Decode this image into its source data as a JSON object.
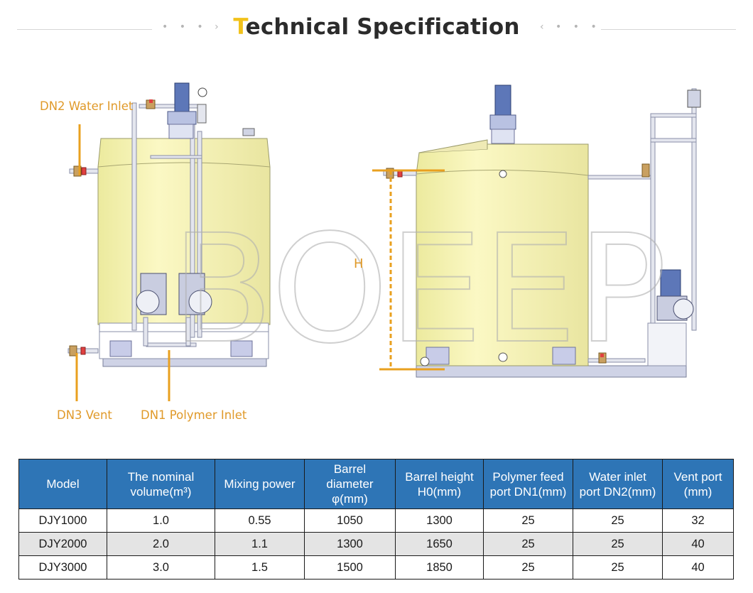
{
  "header": {
    "title_first": "T",
    "title_rest": "echnical Specification",
    "dots_left": "• • • ›",
    "dots_right": "‹ • • •"
  },
  "diagram": {
    "watermark": "BOEEP",
    "labels": {
      "water_inlet": "DN2 Water Inlet",
      "vent": "DN3 Vent",
      "polymer_inlet": "DN1 Polymer Inlet",
      "height": "H"
    },
    "colors": {
      "tank": "#f6f3b2",
      "tank_shade": "#e6e29a",
      "leader": "#e9a01f",
      "label": "#e09a2a"
    }
  },
  "table": {
    "header_color": "#2e75b6",
    "columns": [
      [
        "Model"
      ],
      [
        "The nominal",
        "volume(m³)"
      ],
      [
        "Mixing power"
      ],
      [
        "Barrel",
        "diameter",
        "φ(mm)"
      ],
      [
        "Barrel height",
        "H0(mm)"
      ],
      [
        "Polymer feed",
        "port DN1(mm)"
      ],
      [
        "Water inlet",
        "port DN2(mm)"
      ],
      [
        "Vent port",
        "(mm)"
      ]
    ],
    "rows": [
      [
        "DJY1000",
        "1.0",
        "0.55",
        "1050",
        "1300",
        "25",
        "25",
        "32"
      ],
      [
        "DJY2000",
        "2.0",
        "1.1",
        "1300",
        "1650",
        "25",
        "25",
        "40"
      ],
      [
        "DJY3000",
        "3.0",
        "1.5",
        "1500",
        "1850",
        "25",
        "25",
        "40"
      ]
    ]
  }
}
